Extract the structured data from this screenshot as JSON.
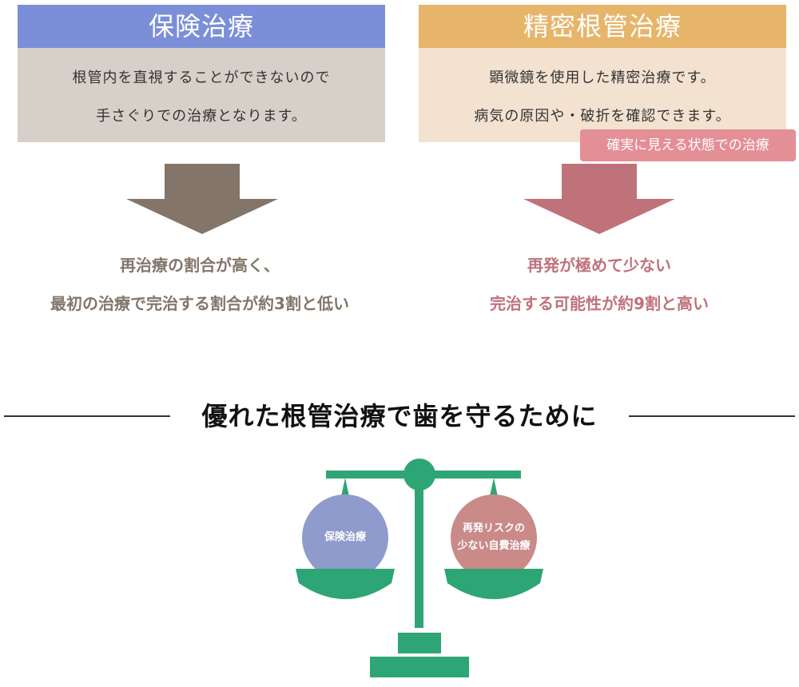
{
  "colors": {
    "blue": "#7b8fd8",
    "grey_body": "#d6d0c9",
    "gold": "#e7b56a",
    "peach_body": "#f3e2d0",
    "pink_badge": "#e48e96",
    "taupe": "#837569",
    "rose": "#bf727a",
    "green": "#2ea575",
    "pan_blue": "#8f9bcc",
    "pan_rose": "#c98a88"
  },
  "left_panel": {
    "title": "保険治療",
    "lines": [
      "根管内を直視することができないので",
      "手さぐりでの治療となります。"
    ]
  },
  "right_panel": {
    "title": "精密根管治療",
    "lines": [
      "顕微鏡を使用した精密治療です。",
      "病気の原因や・破折を確認できます。"
    ],
    "badge": "確実に見える状態での治療"
  },
  "left_result": [
    "再治療の割合が高く、",
    "最初の治療で完治する割合が約3割と低い"
  ],
  "right_result": [
    "再発が極めて少ない",
    "完治する可能性が約9割と高い"
  ],
  "heading": "優れた根管治療で歯を守るために",
  "scale": {
    "left_pan": [
      "保険治療"
    ],
    "right_pan": [
      "再発リスクの",
      "少ない自費治療"
    ]
  }
}
